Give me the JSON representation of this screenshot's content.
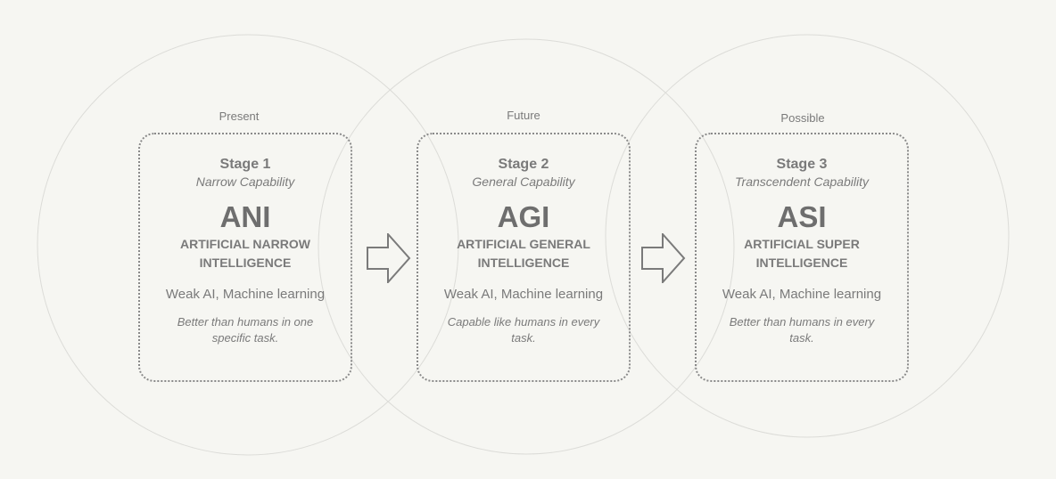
{
  "stages": [
    {
      "label": "Present",
      "stage": "Stage 1",
      "capability": "Narrow Capability",
      "abbr": "ANI",
      "full": "ARTIFICIAL NARROW INTELLIGENCE",
      "types": "Weak AI, Machine learning",
      "desc": "Better than humans in one specific task."
    },
    {
      "label": "Future",
      "stage": "Stage 2",
      "capability": "General Capability",
      "abbr": "AGI",
      "full": "ARTIFICIAL GENERAL INTELLIGENCE",
      "types": "Weak AI, Machine learning",
      "desc": "Capable like humans in every task."
    },
    {
      "label": "Possible",
      "stage": "Stage 3",
      "capability": "Transcendent Capability",
      "abbr": "ASI",
      "full": "ARTIFICIAL SUPER INTELLIGENCE",
      "types": "Weak AI, Machine learning",
      "desc": "Better than humans in every task."
    }
  ],
  "colors": {
    "background": "#f6f6f2",
    "text": "#7a7a7a",
    "circle": "#dcdcd8"
  }
}
